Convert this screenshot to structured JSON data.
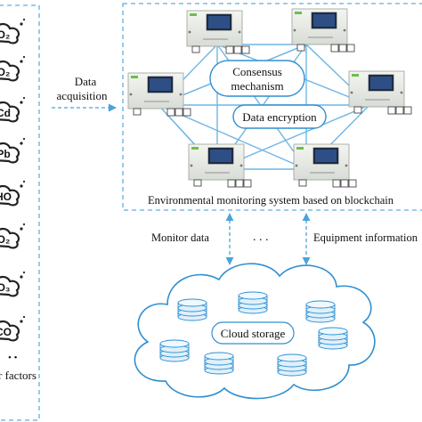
{
  "diagram": {
    "data_acquisition_line1": "Data",
    "data_acquisition_line2": "acquisition",
    "consensus_line1": "Consensus",
    "consensus_line2": "mechanism",
    "data_encryption": "Data encryption",
    "system_caption": "Environmental monitoring system based on blockchain",
    "monitor_data": "Monitor data",
    "ellipsis_mid": ". . .",
    "equipment_information": "Equipment information",
    "cloud_storage": "Cloud storage",
    "other_factors": "r factors",
    "left_ellipsis": "• •"
  },
  "sensors": [
    "O₂",
    "O₂",
    "Cd",
    "Pb",
    "HO",
    "O₂",
    "O₃",
    "CO"
  ],
  "colors": {
    "dashed_border": "#5aaee0",
    "network_line": "#6fb6e3",
    "cloud_stroke": "#2f8fd0",
    "disk_fill": "#dff0fb"
  }
}
